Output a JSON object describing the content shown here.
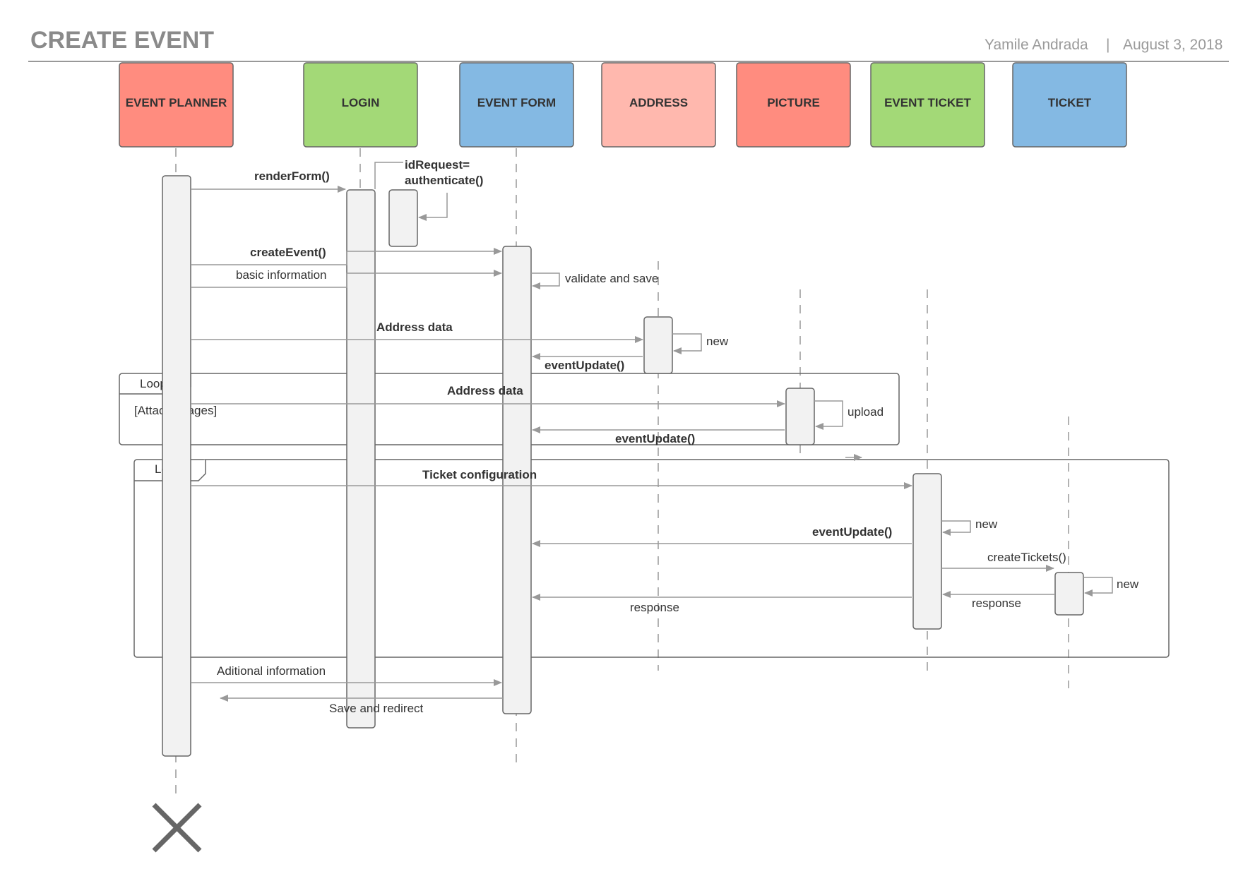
{
  "header": {
    "title": "CREATE EVENT",
    "author": "Yamile Andrada",
    "separator": "|",
    "date": "August 3, 2018"
  },
  "participants": [
    {
      "label": "EVENT PLANNER",
      "color": "#ff8c7f"
    },
    {
      "label": "LOGIN",
      "color": "#a3d977"
    },
    {
      "label": "EVENT FORM",
      "color": "#84b9e3"
    },
    {
      "label": "ADDRESS",
      "color": "#ffb8ae"
    },
    {
      "label": "PICTURE",
      "color": "#ff8c7f"
    },
    {
      "label": "EVENT TICKET",
      "color": "#a3d977"
    },
    {
      "label": "TICKET",
      "color": "#84b9e3"
    }
  ],
  "messages": {
    "render_form": "renderForm()",
    "id_request_1": "idRequest=",
    "id_request_2": "authenticate()",
    "create_event": "createEvent()",
    "basic_information": "basic information",
    "validate_and_save": "validate and save",
    "address_data": "Address data",
    "address_new": "new",
    "event_update_address": "eventUpdate()",
    "address_data_loop": "Address data",
    "upload": "upload",
    "event_update_picture": "eventUpdate()",
    "ticket_configuration": "Ticket  configuration",
    "ticket_new": "new",
    "event_update_ticket": "eventUpdate()",
    "create_tickets": "createTickets()",
    "ticket_new_2": "new",
    "response_ticket": "response",
    "response_form": "response",
    "additional_information": "Aditional information",
    "save_and_redirect": "Save and redirect"
  },
  "fragments": {
    "loop1_label": "Loop",
    "loop1_guard": "[Attach images]",
    "loop2_label": "Loop"
  },
  "style": {
    "line_color": "#999999",
    "activation_fill": "#f2f2f2",
    "activation_stroke": "#666666",
    "destroy_color": "#666666"
  }
}
